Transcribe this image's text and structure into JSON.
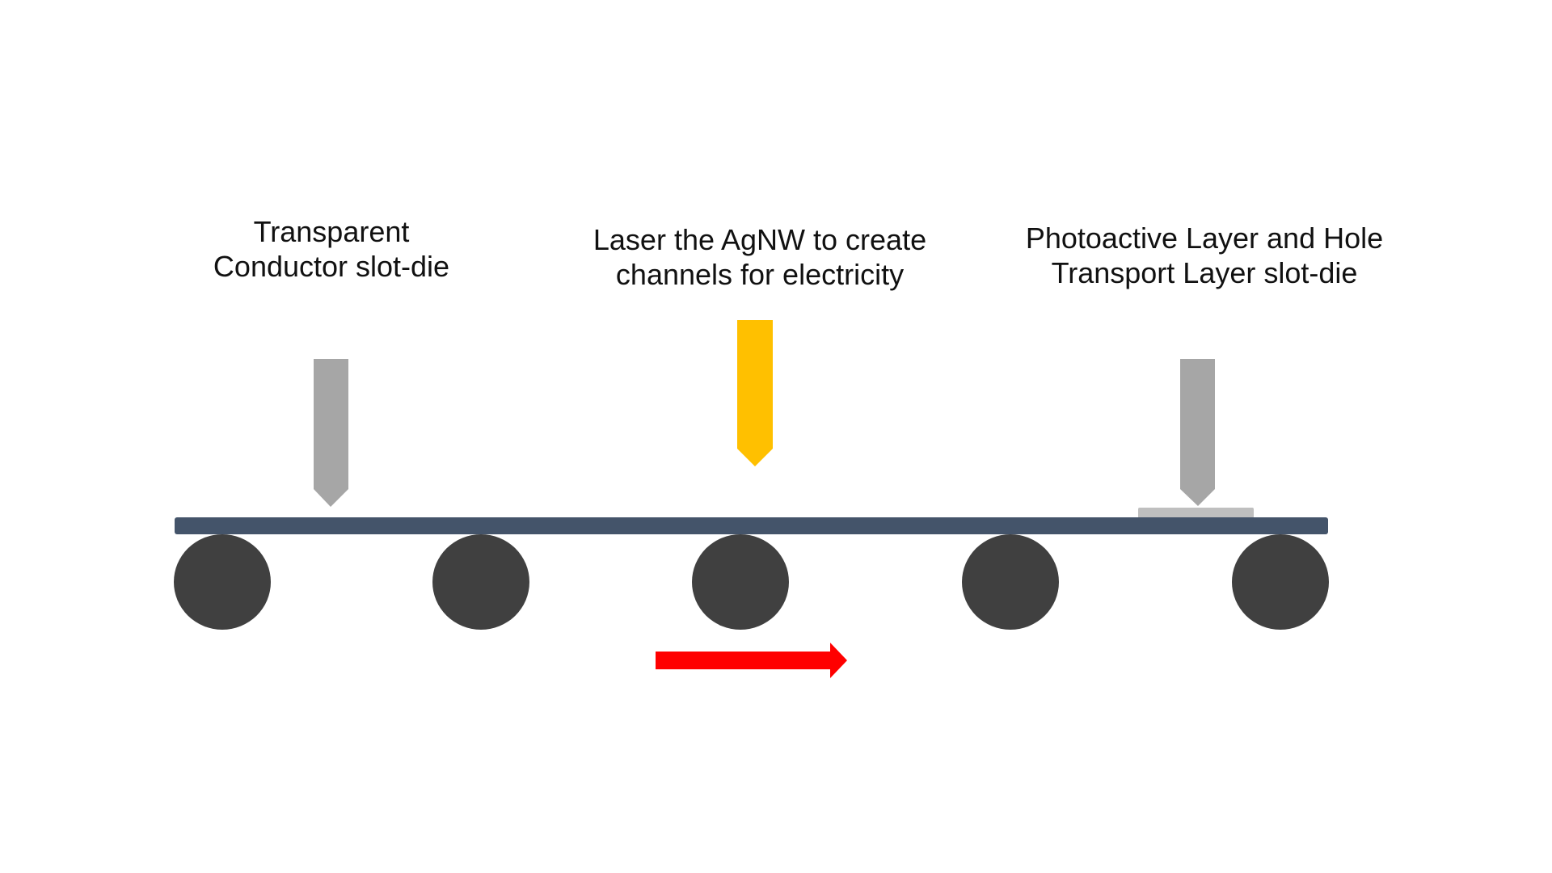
{
  "labels": {
    "conductor": {
      "line1": "Transparent",
      "line2": "Conductor slot-die"
    },
    "laser": {
      "line1": "Laser the AgNW to create",
      "line2": "channels for electricity"
    },
    "photoactive": {
      "line1": "Photoactive Layer and Hole",
      "line2": "Transport Layer slot-die"
    }
  },
  "colors": {
    "slot_die": "#a6a6a6",
    "laser": "#ffc000",
    "substrate": "#44546a",
    "roller": "#404040",
    "coating": "#bfbfbf",
    "direction_arrow": "#ff0000"
  },
  "roller_count": 5
}
